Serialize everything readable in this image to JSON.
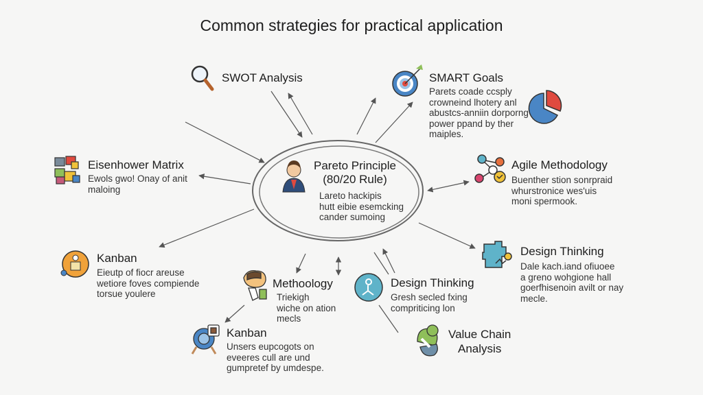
{
  "title": "Common strategies for practical application",
  "center": {
    "title_line1": "Pareto Principle",
    "title_line2": "(80/20 Rule)",
    "body": [
      "Lareto hackipis",
      "hutt eibie esemcking",
      "cander sumoing"
    ]
  },
  "swot": {
    "title": "SWOT Analysis"
  },
  "smart": {
    "title": "SMART Goals",
    "body": [
      "Parets coade ccsply",
      "crowneind lhotery anl",
      "abustcs-anniin dorporng",
      "power ppand by ther",
      "maiples."
    ]
  },
  "eisenhower": {
    "title": "Eisenhower Matrix",
    "body": [
      "Ewols gwo! Onay of anit",
      "maloing"
    ]
  },
  "agile": {
    "title": "Agile Methodology",
    "body": [
      "Buenther stion sonrpraid",
      "whurstronice wes'uis",
      "moni spermook."
    ]
  },
  "kanban_left": {
    "title": "Kanban",
    "body": [
      "Eieutp of fiocr areuse",
      "wetiore foves compiende",
      "torsue youlere"
    ]
  },
  "design_right": {
    "title": "Design Thinking",
    "body": [
      "Dale kach.iand ofiuoee",
      "a greno wohgione hall",
      "goerfhisenoin avilt or nay",
      "mecle."
    ]
  },
  "methodology": {
    "title": "Methoology",
    "body": [
      "Triekigh",
      "wiche on ation",
      "mecls"
    ]
  },
  "design_center": {
    "title": "Design Thinking",
    "body": [
      "Gresh secled fxing",
      "compriticing lon"
    ]
  },
  "kanban_bottom": {
    "title": "Kanban",
    "body": [
      "Unsers eupcogots on",
      "eveeres cull are und",
      "gumpretef by umdespe."
    ]
  },
  "value_chain": {
    "title_line1": "Value Chain",
    "title_line2": "Analysis"
  },
  "colors": {
    "blue": "#4a86c5",
    "red": "#e04a3f",
    "orange": "#f0a23a",
    "teal": "#5fb3c9",
    "green": "#8fbf5a",
    "line": "#555555"
  }
}
